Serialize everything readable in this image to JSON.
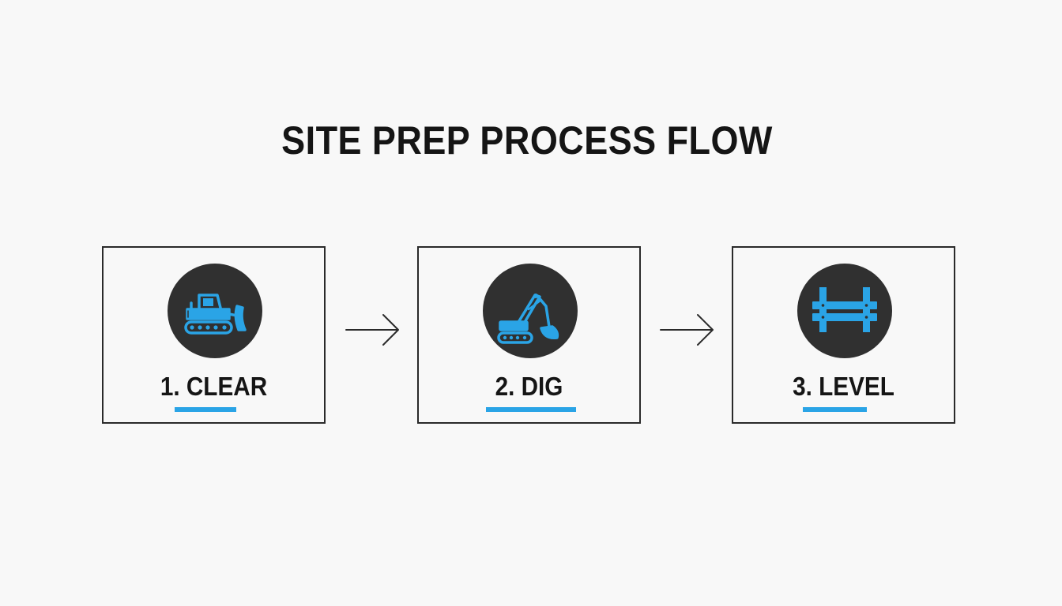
{
  "title": "SITE PREP PROCESS FLOW",
  "colors": {
    "accent": "#2aa4e6",
    "icon_bg": "#303030",
    "text": "#151515",
    "border": "#2a2a2a",
    "background": "#f8f8f8"
  },
  "steps": [
    {
      "label": "1. CLEAR",
      "icon": "bulldozer-icon"
    },
    {
      "label": "2. DIG",
      "icon": "excavator-icon"
    },
    {
      "label": "3. LEVEL",
      "icon": "level-frame-icon"
    }
  ],
  "connectors": [
    {
      "icon": "arrow-right-icon"
    },
    {
      "icon": "arrow-right-icon"
    }
  ]
}
